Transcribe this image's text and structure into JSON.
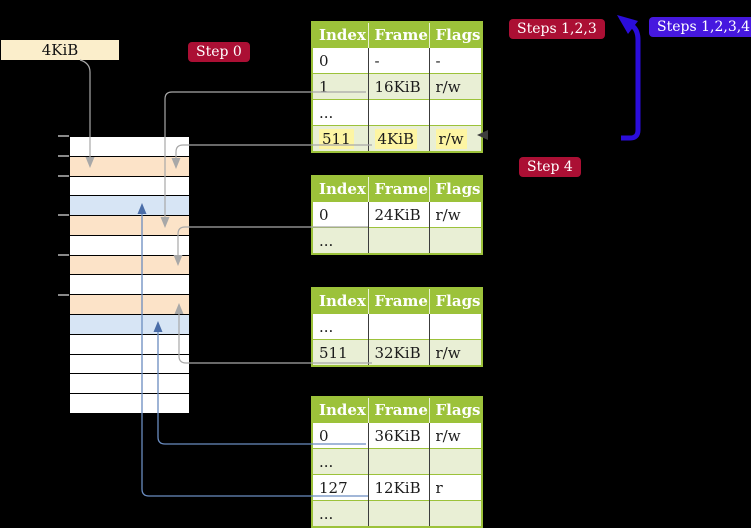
{
  "frame_label": {
    "text": "4KiB"
  },
  "step_labels": {
    "step0": "Step 0",
    "steps123": "Steps 1,2,3",
    "steps1234": "Steps 1,2,3,4",
    "step4": "Step 4"
  },
  "tables": [
    {
      "name": "page-table-level-4",
      "headers": [
        "Index",
        "Frame",
        "Flags"
      ],
      "rows": [
        {
          "cells": [
            "0",
            "-",
            "-"
          ],
          "shaded": false,
          "highlight": false
        },
        {
          "cells": [
            "1",
            "16KiB",
            "r/w"
          ],
          "shaded": true,
          "highlight": false
        },
        {
          "cells": [
            "...",
            "",
            ""
          ],
          "shaded": false,
          "highlight": false
        },
        {
          "cells": [
            "511",
            "4KiB",
            "r/w"
          ],
          "shaded": true,
          "highlight": true
        }
      ]
    },
    {
      "name": "page-table-level-3",
      "headers": [
        "Index",
        "Frame",
        "Flags"
      ],
      "rows": [
        {
          "cells": [
            "0",
            "24KiB",
            "r/w"
          ],
          "shaded": false,
          "highlight": false
        },
        {
          "cells": [
            "...",
            "",
            ""
          ],
          "shaded": true,
          "highlight": false
        }
      ]
    },
    {
      "name": "page-table-level-2",
      "headers": [
        "Index",
        "Frame",
        "Flags"
      ],
      "rows": [
        {
          "cells": [
            "...",
            "",
            ""
          ],
          "shaded": false,
          "highlight": false
        },
        {
          "cells": [
            "511",
            "32KiB",
            "r/w"
          ],
          "shaded": true,
          "highlight": false
        }
      ]
    },
    {
      "name": "page-table-level-1",
      "headers": [
        "Index",
        "Frame",
        "Flags"
      ],
      "rows": [
        {
          "cells": [
            "0",
            "36KiB",
            "r/w"
          ],
          "shaded": false,
          "highlight": false
        },
        {
          "cells": [
            "...",
            "",
            ""
          ],
          "shaded": true,
          "highlight": false
        },
        {
          "cells": [
            "127",
            "12KiB",
            "r"
          ],
          "shaded": false,
          "highlight": false
        },
        {
          "cells": [
            "...",
            "",
            ""
          ],
          "shaded": true,
          "highlight": false
        }
      ]
    }
  ],
  "memory_stripe": {
    "row_colors": [
      "white",
      "orange",
      "white",
      "blue",
      "orange",
      "white",
      "orange",
      "white",
      "orange",
      "blue",
      "white",
      "white",
      "white",
      "white"
    ],
    "tick_count": 6
  },
  "arrows": [
    {
      "name": "arrow-4kib-label-to-frame",
      "color": "gray"
    },
    {
      "name": "arrow-l4-index1-to-frame",
      "color": "gray"
    },
    {
      "name": "arrow-l4-index511-to-frame",
      "color": "gray"
    },
    {
      "name": "arrow-l3-index0-to-frame",
      "color": "gray"
    },
    {
      "name": "arrow-l2-index511-to-frame",
      "color": "gray"
    },
    {
      "name": "arrow-l1-index0-to-frame",
      "color": "blue"
    },
    {
      "name": "arrow-l1-index127-to-frame",
      "color": "blue"
    },
    {
      "name": "big-arrow-steps",
      "color": "indigo"
    },
    {
      "name": "arrow-into-level4-table",
      "color": "dark"
    }
  ],
  "colors": {
    "table_header_bg": "#9cc23a",
    "table_row_shaded_bg": "#e9efd5",
    "highlight_bg": "#fdf5a3",
    "label_red_bg": "#ab0f34",
    "label_blue_bg": "#4618df",
    "big_arrow_blue": "#2b0ddb",
    "gray_connector": "#a8a8a8",
    "blue_connector": "#6a8cc0",
    "blue_connector_head": "#4a6da8",
    "stripe_orange": "#fce3c8",
    "stripe_blue": "#d7e5f5",
    "frame_label_bg": "#fbeecb"
  }
}
